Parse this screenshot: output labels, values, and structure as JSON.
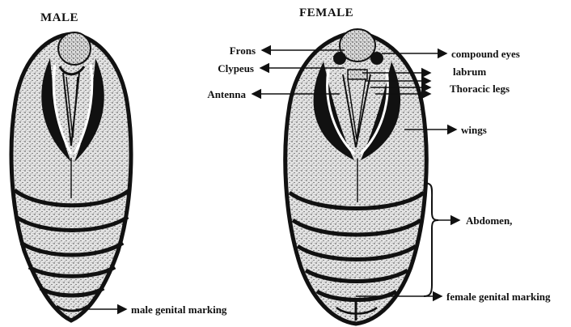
{
  "figures": {
    "male": {
      "title": "MALE"
    },
    "female": {
      "title": "FEMALE"
    }
  },
  "labels": {
    "frons": "Frons",
    "clypeus": "Clypeus",
    "antenna": "Antenna",
    "compound_eyes": "compound eyes",
    "labrum": "labrum",
    "thoracic_legs": "Thoracic legs",
    "wings": "wings",
    "abdomen": "Abdomen,",
    "female_genital_marking": "female genital marking",
    "male_genital_marking": "male genital marking"
  },
  "colors": {
    "ink": "#111111",
    "stipple_bg": "#e6e6e6",
    "paper": "#ffffff"
  }
}
